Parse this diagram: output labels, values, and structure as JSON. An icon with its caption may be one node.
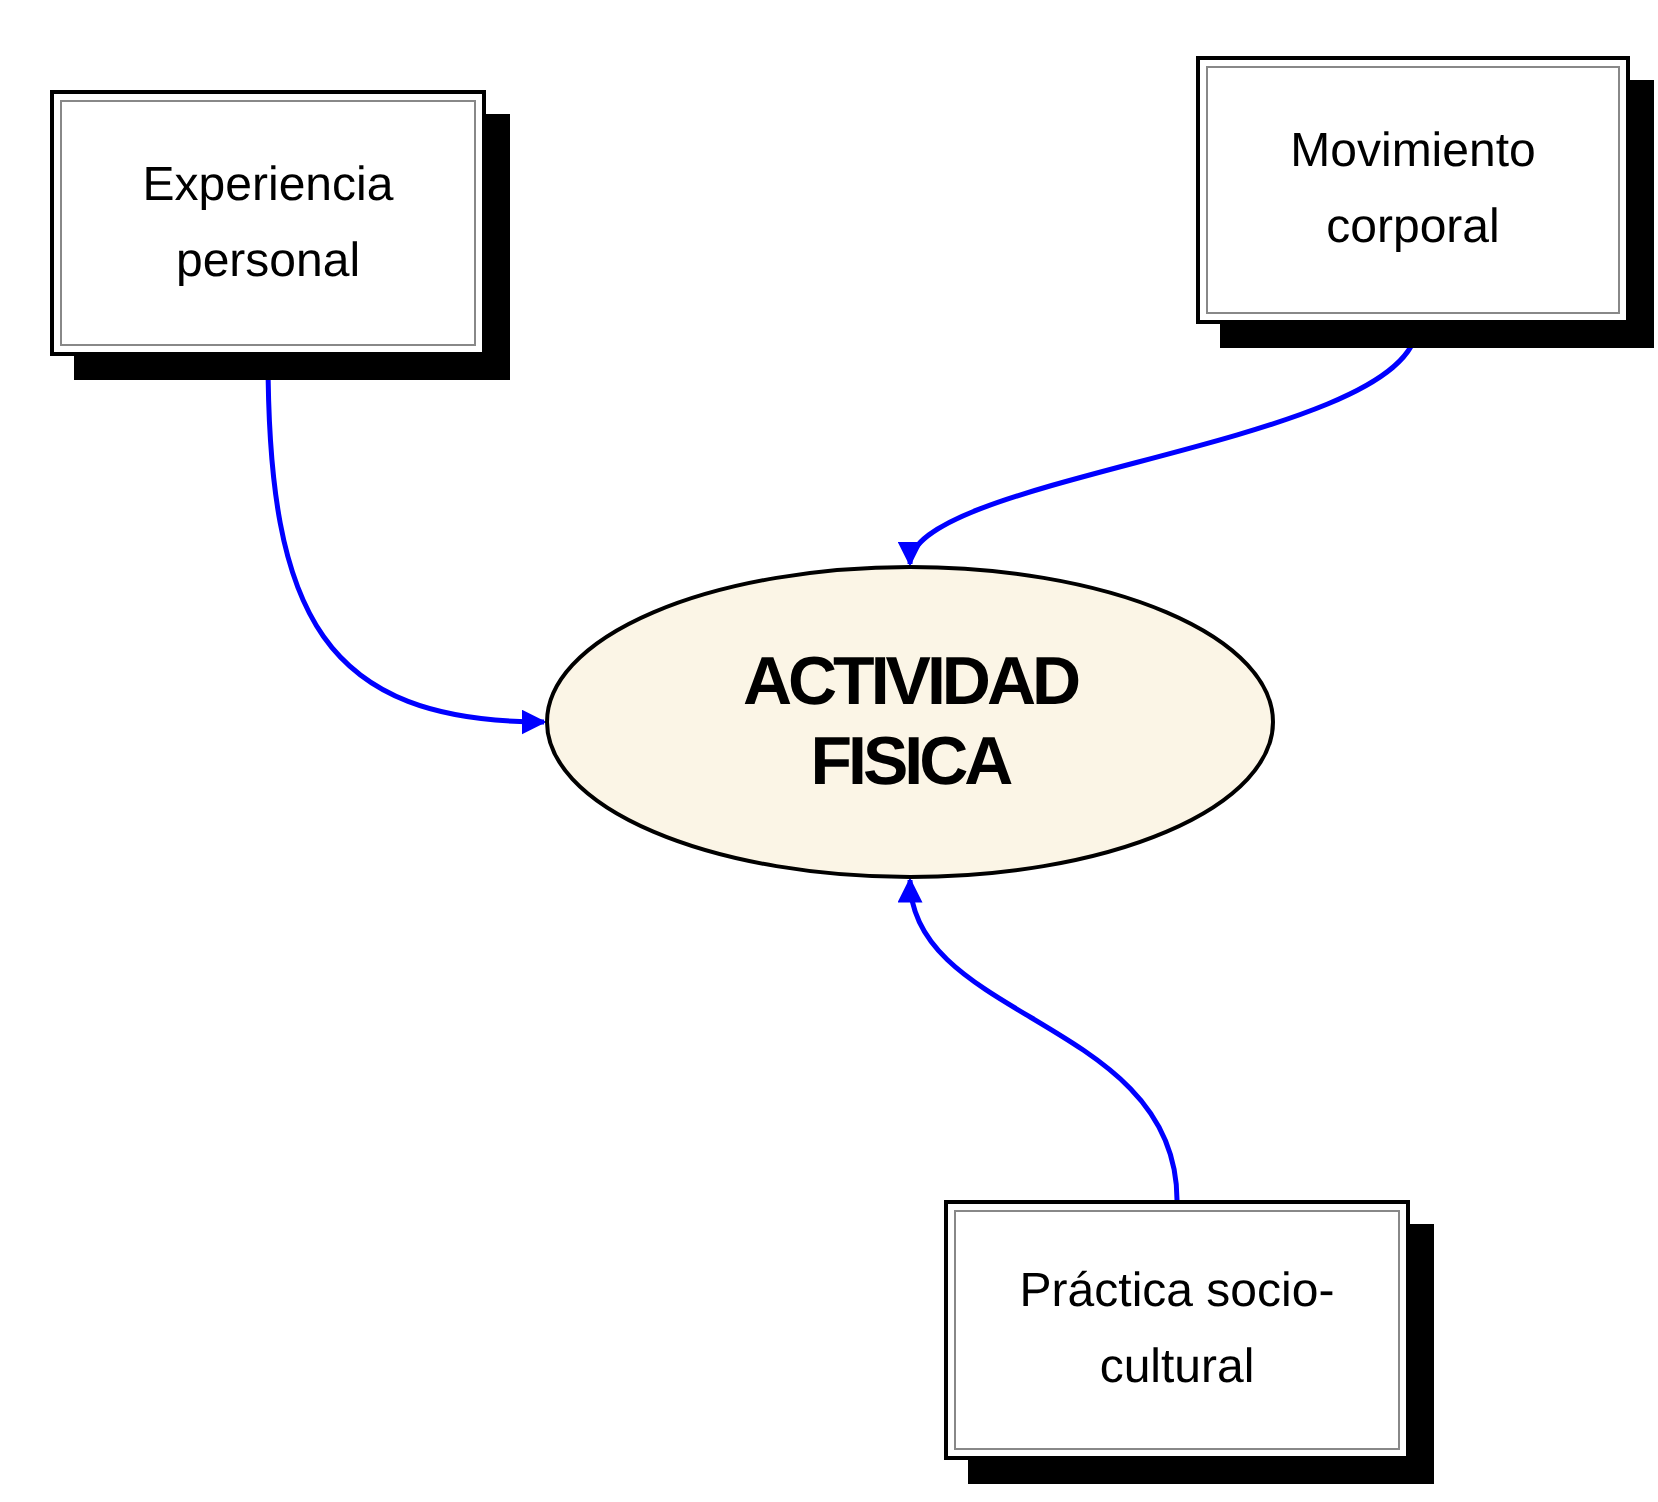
{
  "diagram": {
    "nodes": [
      {
        "text": [
          "Experiencia personal"
        ]
      },
      {
        "text": [
          "Movimiento corporal"
        ]
      },
      {
        "text": [
          "ACTIVIDAD FISICA"
        ]
      },
      {
        "text": [
          "Práctica socio-cultural"
        ]
      }
    ],
    "edges": [
      {
        "from": 0,
        "to": 2,
        "arrow": "to"
      },
      {
        "from": 1,
        "to": 2,
        "arrow": "to"
      },
      {
        "from": 3,
        "to": 2,
        "arrow": "to"
      }
    ]
  }
}
